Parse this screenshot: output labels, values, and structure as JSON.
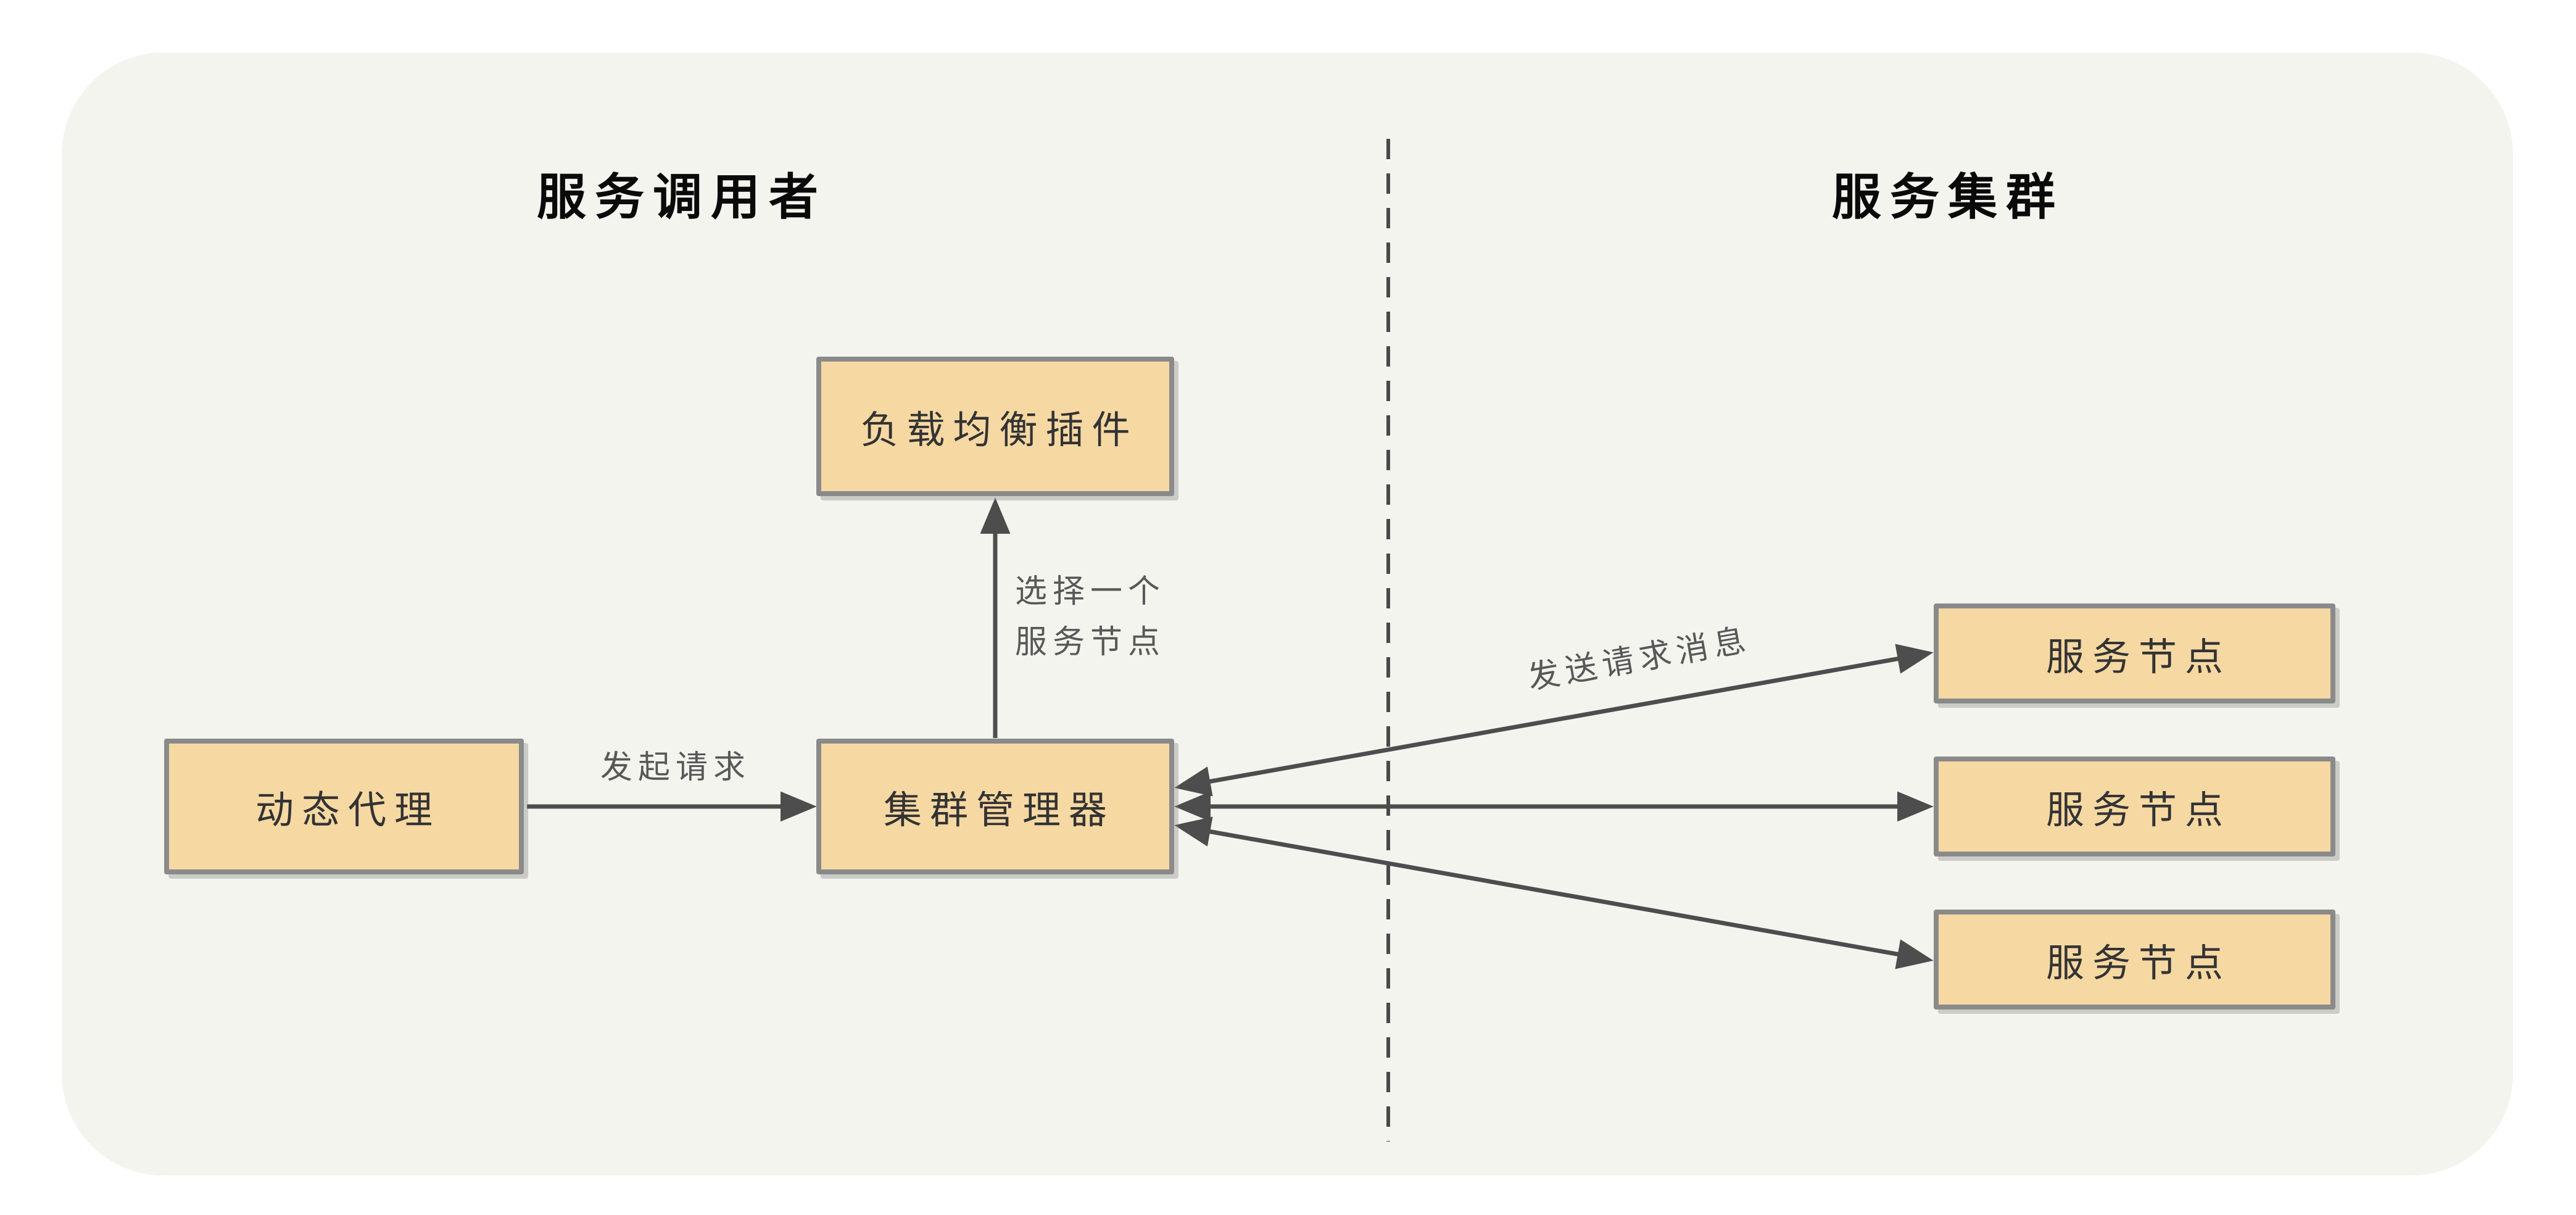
{
  "titles": {
    "left": "服务调用者",
    "right": "服务集群"
  },
  "nodes": {
    "load_balancer_plugin": {
      "label": "负载均衡插件"
    },
    "dynamic_proxy": {
      "label": "动态代理"
    },
    "cluster_manager": {
      "label": "集群管理器"
    },
    "service_node_1": {
      "label": "服务节点"
    },
    "service_node_2": {
      "label": "服务节点"
    },
    "service_node_3": {
      "label": "服务节点"
    }
  },
  "edges": {
    "initiate_request": {
      "label": "发起请求",
      "from": "dynamic_proxy",
      "to": "cluster_manager",
      "bidirectional": false
    },
    "select_node": {
      "label": "选择一个\n服务节点",
      "from": "cluster_manager",
      "to": "load_balancer_plugin",
      "bidirectional": false
    },
    "send_request": {
      "label": "发送请求消息",
      "from": "cluster_manager",
      "to": "service_node_1",
      "bidirectional": true
    },
    "link_node_2": {
      "label": "",
      "from": "cluster_manager",
      "to": "service_node_2",
      "bidirectional": true
    },
    "link_node_3": {
      "label": "",
      "from": "cluster_manager",
      "to": "service_node_3",
      "bidirectional": true
    }
  },
  "colors": {
    "page_background": "#ffffff",
    "card_background": "#f4f4ef",
    "node_fill": "#f6d8a3",
    "node_border": "#8a8a8a",
    "arrow": "#4d4d4d",
    "divider": "#4a4a4a",
    "edge_label_text": "#585858",
    "title_text": "#0a0a0a",
    "node_text": "#333333"
  }
}
